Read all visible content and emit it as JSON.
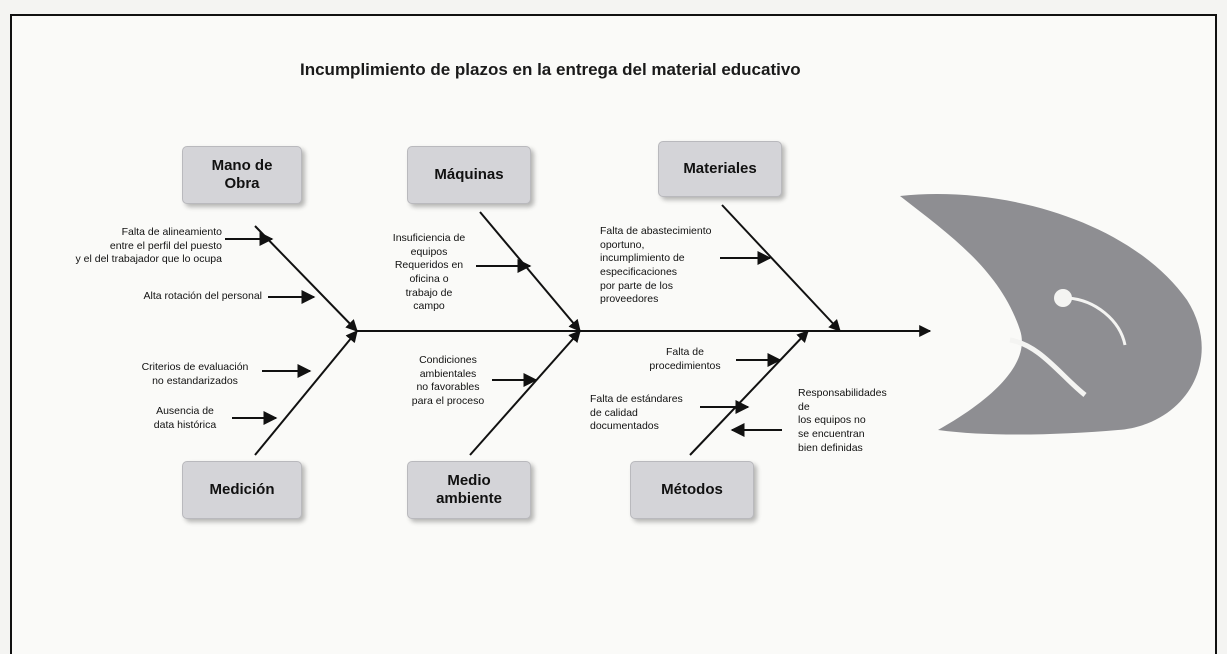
{
  "title": "Incumplimiento de plazos en la entrega del material educativo",
  "categories": {
    "mano_de_obra": "Mano de Obra",
    "maquinas": "Máquinas",
    "materiales": "Materiales",
    "medicion": "Medición",
    "medio_ambiente": "Medio ambiente",
    "metodos": "Métodos"
  },
  "causes": {
    "mano_de_obra": [
      "Falta de alineamiento\nentre el perfil del puesto\ny el del trabajador que lo ocupa",
      "Alta rotación del personal"
    ],
    "maquinas": [
      "Insuficiencia de\nequipos\nRequeridos en\noficina o\ntrabajo de\ncampo"
    ],
    "materiales": [
      "Falta de abastecimiento\noportuno,\nincumplimiento de\nespecificaciones\npor parte de los\nproveedores"
    ],
    "medicion": [
      "Criterios de evaluación\nno estandarizados",
      "Ausencia de\ndata histórica"
    ],
    "medio_ambiente": [
      "Condiciones\nambientales\nno favorables\npara el proceso"
    ],
    "metodos": [
      "Falta de\nprocedimientos",
      "Falta de estándares\nde calidad\ndocumentados",
      "Responsabilidades\nde\nlos equipos no\nse encuentran\nbien definidas"
    ]
  },
  "colors": {
    "box_fill": "#d4d4d8",
    "fish_head": "#8e8e92",
    "lines": "#111111"
  }
}
